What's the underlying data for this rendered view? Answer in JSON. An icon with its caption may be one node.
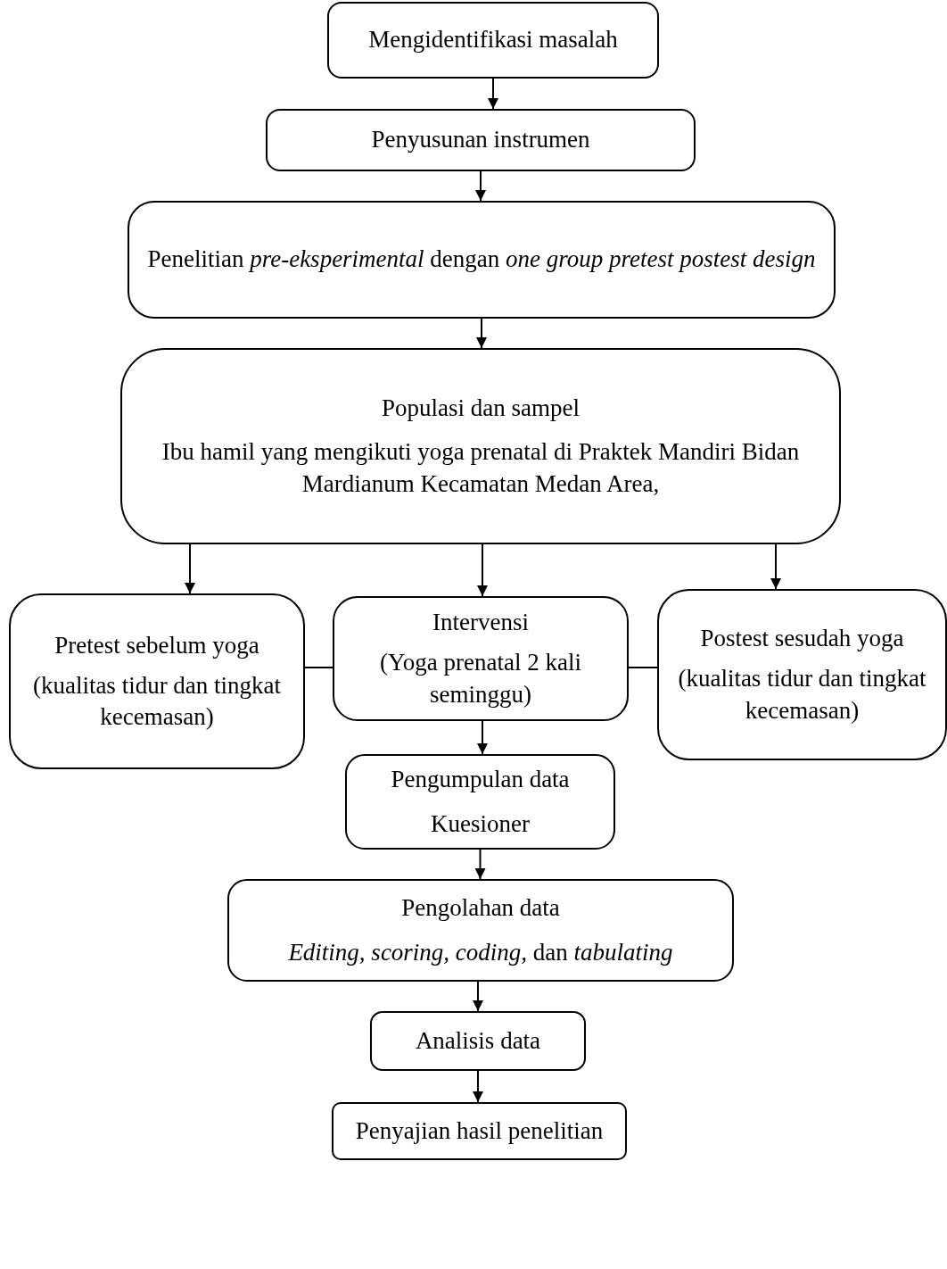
{
  "diagram": {
    "nodes": [
      {
        "text": [
          "Mengidentifikasi masalah"
        ]
      },
      {
        "text": [
          "Penyusunan instrumen"
        ]
      },
      {
        "text": [
          "Penelitian *pre-eksperimental* dengan *one group pretest postest design*"
        ]
      },
      {
        "text": [
          "Populasi dan sampel",
          "Ibu hamil yang mengikuti yoga prenatal di Praktek Mandiri Bidan Mardianum Kecamatan Medan Area,"
        ]
      },
      {
        "text": [
          "Pretest sebelum yoga",
          "(kualitas tidur dan tingkat kecemasan)"
        ]
      },
      {
        "text": [
          "Intervensi",
          "(Yoga prenatal 2 kali seminggu)"
        ]
      },
      {
        "text": [
          "Postest sesudah yoga",
          "(kualitas tidur dan tingkat kecemasan)"
        ]
      },
      {
        "text": [
          "Pengumpulan data",
          "Kuesioner"
        ]
      },
      {
        "text": [
          "Pengolahan data",
          "*Editing, scoring, coding,* dan *tabulating*"
        ]
      },
      {
        "text": [
          "Analisis data"
        ]
      },
      {
        "text": [
          "Penyajian hasil penelitian"
        ]
      }
    ],
    "edges": [
      {
        "from": 0,
        "to": 1,
        "arrow": "to"
      },
      {
        "from": 1,
        "to": 2,
        "arrow": "to"
      },
      {
        "from": 2,
        "to": 3,
        "arrow": "to"
      },
      {
        "from": 3,
        "to": 4,
        "arrow": "to"
      },
      {
        "from": 3,
        "to": 5,
        "arrow": "to"
      },
      {
        "from": 3,
        "to": 6,
        "arrow": "to"
      },
      {
        "from": 5,
        "to": 4,
        "arrow": "none"
      },
      {
        "from": 5,
        "to": 6,
        "arrow": "none"
      },
      {
        "from": 5,
        "to": 7,
        "arrow": "to"
      },
      {
        "from": 7,
        "to": 8,
        "arrow": "to"
      },
      {
        "from": 8,
        "to": 9,
        "arrow": "to"
      },
      {
        "from": 9,
        "to": 10,
        "arrow": "to"
      }
    ]
  }
}
